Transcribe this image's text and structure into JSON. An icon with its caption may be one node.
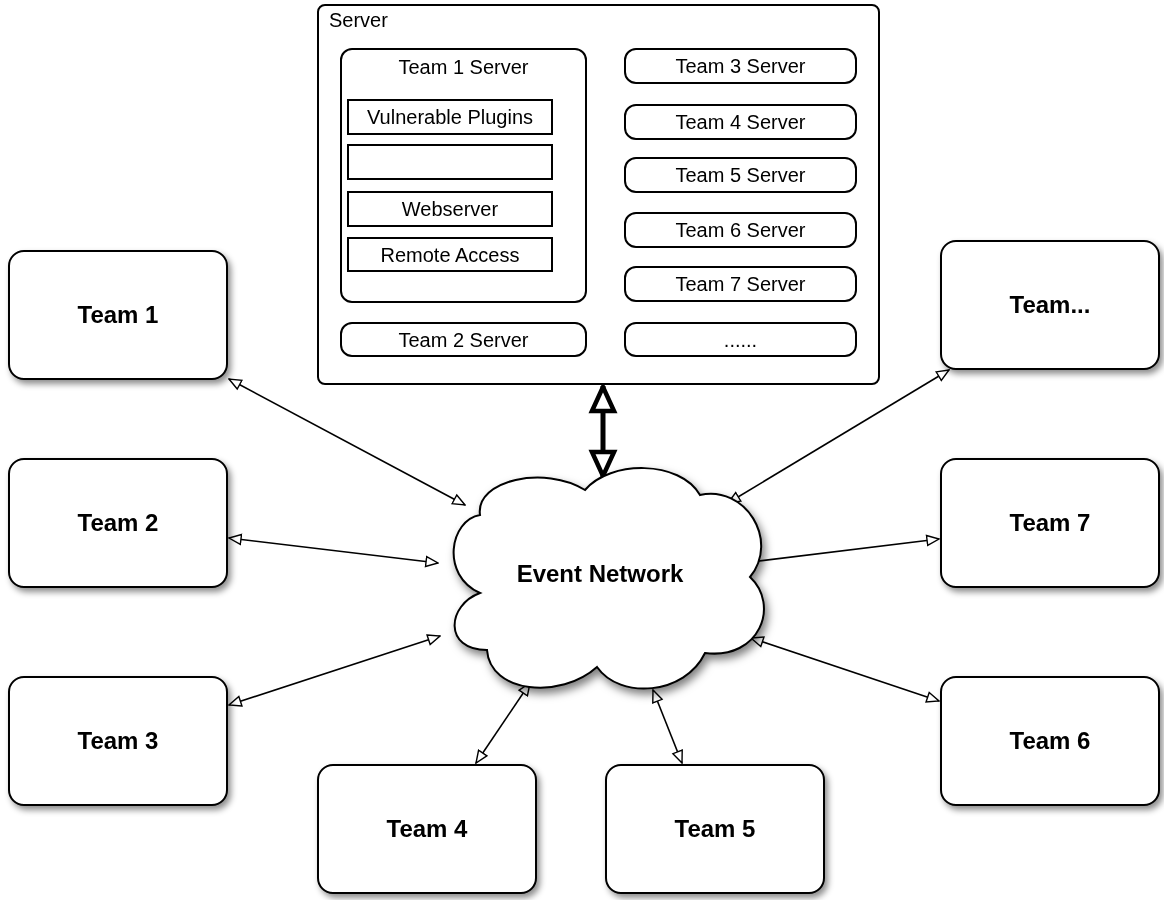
{
  "diagram": {
    "nodes": [
      {
        "text": [
          "Server"
        ]
      },
      {
        "text": [
          "Team 1 Server"
        ],
        "in": 0
      },
      {
        "text": [
          "Vulnerable Plugins"
        ],
        "in": 1
      },
      {
        "text": [],
        "shape": "box",
        "in": 1
      },
      {
        "text": [
          "Webserver"
        ],
        "in": 1
      },
      {
        "text": [
          "Remote Access"
        ],
        "in": 1
      },
      {
        "text": [
          "Team 3 Server"
        ],
        "in": 0
      },
      {
        "text": [
          "Team 4 Server"
        ],
        "in": 0
      },
      {
        "text": [
          "Team 5 Server"
        ],
        "in": 0
      },
      {
        "text": [
          "Team 6 Server"
        ],
        "in": 0
      },
      {
        "text": [
          "Team 7 Server"
        ],
        "in": 0
      },
      {
        "text": [
          "Team 2 Server"
        ],
        "in": 0
      },
      {
        "text": [
          "......"
        ],
        "in": 0
      },
      {
        "text": [
          "Event Network"
        ]
      },
      {
        "text": [
          "Team 1"
        ]
      },
      {
        "text": [
          "Team 2"
        ]
      },
      {
        "text": [
          "Team 3"
        ]
      },
      {
        "text": [
          "Team 4"
        ]
      },
      {
        "text": [
          "Team 5"
        ]
      },
      {
        "text": [
          "Team..."
        ]
      },
      {
        "text": [
          "Team 7"
        ]
      },
      {
        "text": [
          "Team 6"
        ]
      }
    ],
    "edges": [
      {
        "from": 0,
        "to": 13,
        "arrow": "both",
        "style": "thick"
      },
      {
        "from": 14,
        "to": 13,
        "arrow": "both"
      },
      {
        "from": 15,
        "to": 13,
        "arrow": "both"
      },
      {
        "from": 16,
        "to": 13,
        "arrow": "both"
      },
      {
        "from": 17,
        "to": 13,
        "arrow": "both"
      },
      {
        "from": 18,
        "to": 13,
        "arrow": "both"
      },
      {
        "from": 19,
        "to": 13,
        "arrow": "both"
      },
      {
        "from": 20,
        "to": 13,
        "arrow": "both"
      },
      {
        "from": 21,
        "to": 13,
        "arrow": "both"
      }
    ]
  }
}
